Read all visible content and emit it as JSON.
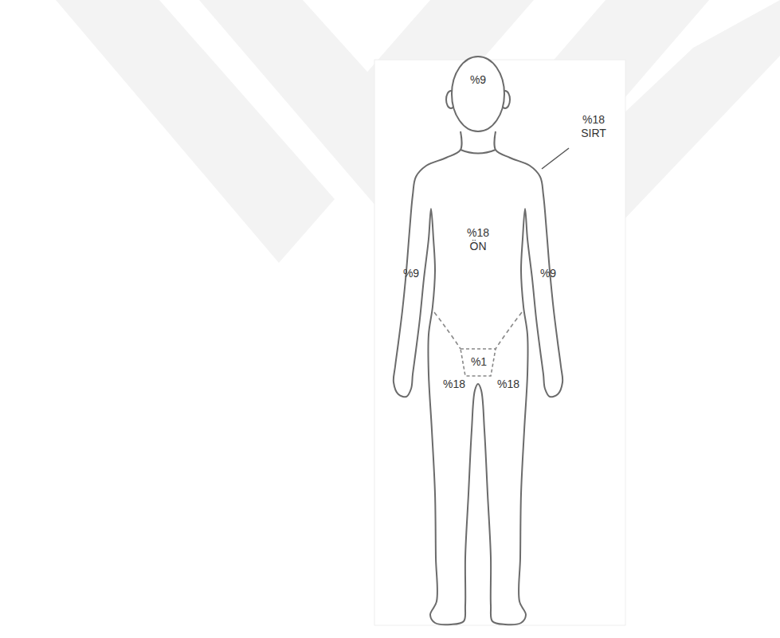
{
  "diagram": {
    "labels": [
      "%9",
      "%18 SIRT",
      "%18 ÖN",
      "%9",
      "%9",
      "%1",
      "%18",
      "%18"
    ]
  }
}
